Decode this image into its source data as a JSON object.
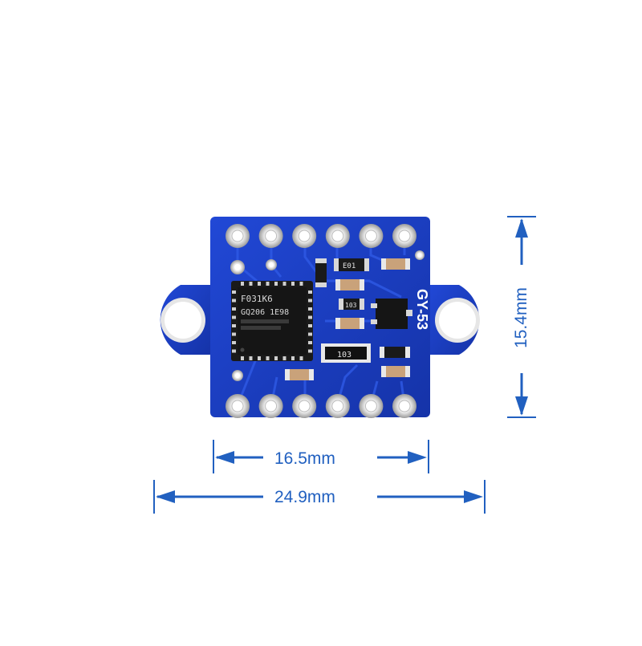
{
  "product": {
    "board_silkscreen": "GY-53",
    "chip_marking_line1": "F031K6",
    "chip_marking_line2": "GQ206 1E98",
    "resistor_code": "103",
    "pad_codes": [
      "E01",
      "103",
      "103"
    ],
    "board_color": "#1a3fc4",
    "annotation_color": "#2160c0"
  },
  "dimensions": {
    "inner_width": "16.5mm",
    "outer_width": "24.9mm",
    "height": "15.4mm"
  },
  "pins": {
    "top_row_count": 6,
    "bottom_row_count": 6
  }
}
